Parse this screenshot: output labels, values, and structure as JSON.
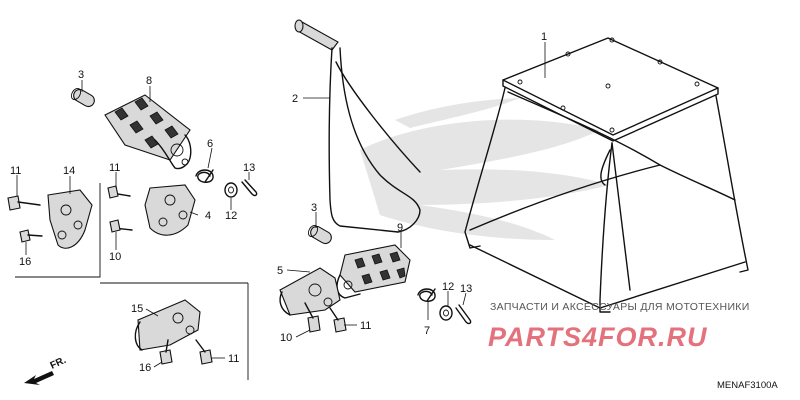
{
  "callouts": [
    {
      "id": "c1",
      "text": "1"
    },
    {
      "id": "c2",
      "text": "2"
    },
    {
      "id": "c3a",
      "text": "3"
    },
    {
      "id": "c3b",
      "text": "3"
    },
    {
      "id": "c4",
      "text": "4"
    },
    {
      "id": "c5",
      "text": "5"
    },
    {
      "id": "c6",
      "text": "6"
    },
    {
      "id": "c7",
      "text": "7"
    },
    {
      "id": "c8",
      "text": "8"
    },
    {
      "id": "c9",
      "text": "9"
    },
    {
      "id": "c10a",
      "text": "10"
    },
    {
      "id": "c10b",
      "text": "10"
    },
    {
      "id": "c11a",
      "text": "11"
    },
    {
      "id": "c11b",
      "text": "11"
    },
    {
      "id": "c11c",
      "text": "11"
    },
    {
      "id": "c11d",
      "text": "11"
    },
    {
      "id": "c12a",
      "text": "12"
    },
    {
      "id": "c12b",
      "text": "12"
    },
    {
      "id": "c13a",
      "text": "13"
    },
    {
      "id": "c13b",
      "text": "13"
    },
    {
      "id": "c14",
      "text": "14"
    },
    {
      "id": "c15",
      "text": "15"
    },
    {
      "id": "c16a",
      "text": "16"
    },
    {
      "id": "c16b",
      "text": "16"
    }
  ],
  "front_arrow_label": "FR.",
  "watermark": {
    "shop_line": "ЗАПЧАСТИ И АКСЕССУАРЫ ДЛЯ МОТОТЕХНИКИ",
    "logo": "PARTS4FOR.RU"
  },
  "diagram_code": "MENAF3100A",
  "colors": {
    "line": "#111111",
    "logo": "#e05a66",
    "watermark": "#cfcfcf"
  }
}
